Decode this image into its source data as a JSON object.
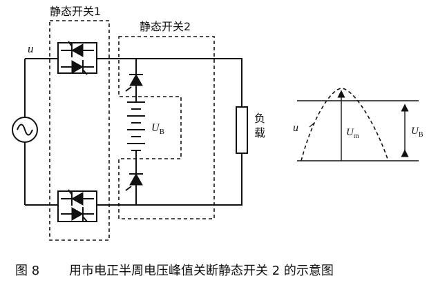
{
  "labels": {
    "switch1": "静态开关1",
    "switch2": "静态开关2",
    "u_left": "u",
    "ub_base": "U",
    "ub_sub": "B",
    "load_line1": "负",
    "load_line2": "载",
    "u_wave": "u",
    "um_base": "U",
    "um_sub": "m",
    "ub2_base": "U",
    "ub2_sub": "B"
  },
  "caption": {
    "figure_no": "图 8",
    "text": "用市电正半周电压峰值关断静态开关 2 的示意图"
  },
  "colors": {
    "ink": "#111111",
    "background": "#ffffff"
  }
}
